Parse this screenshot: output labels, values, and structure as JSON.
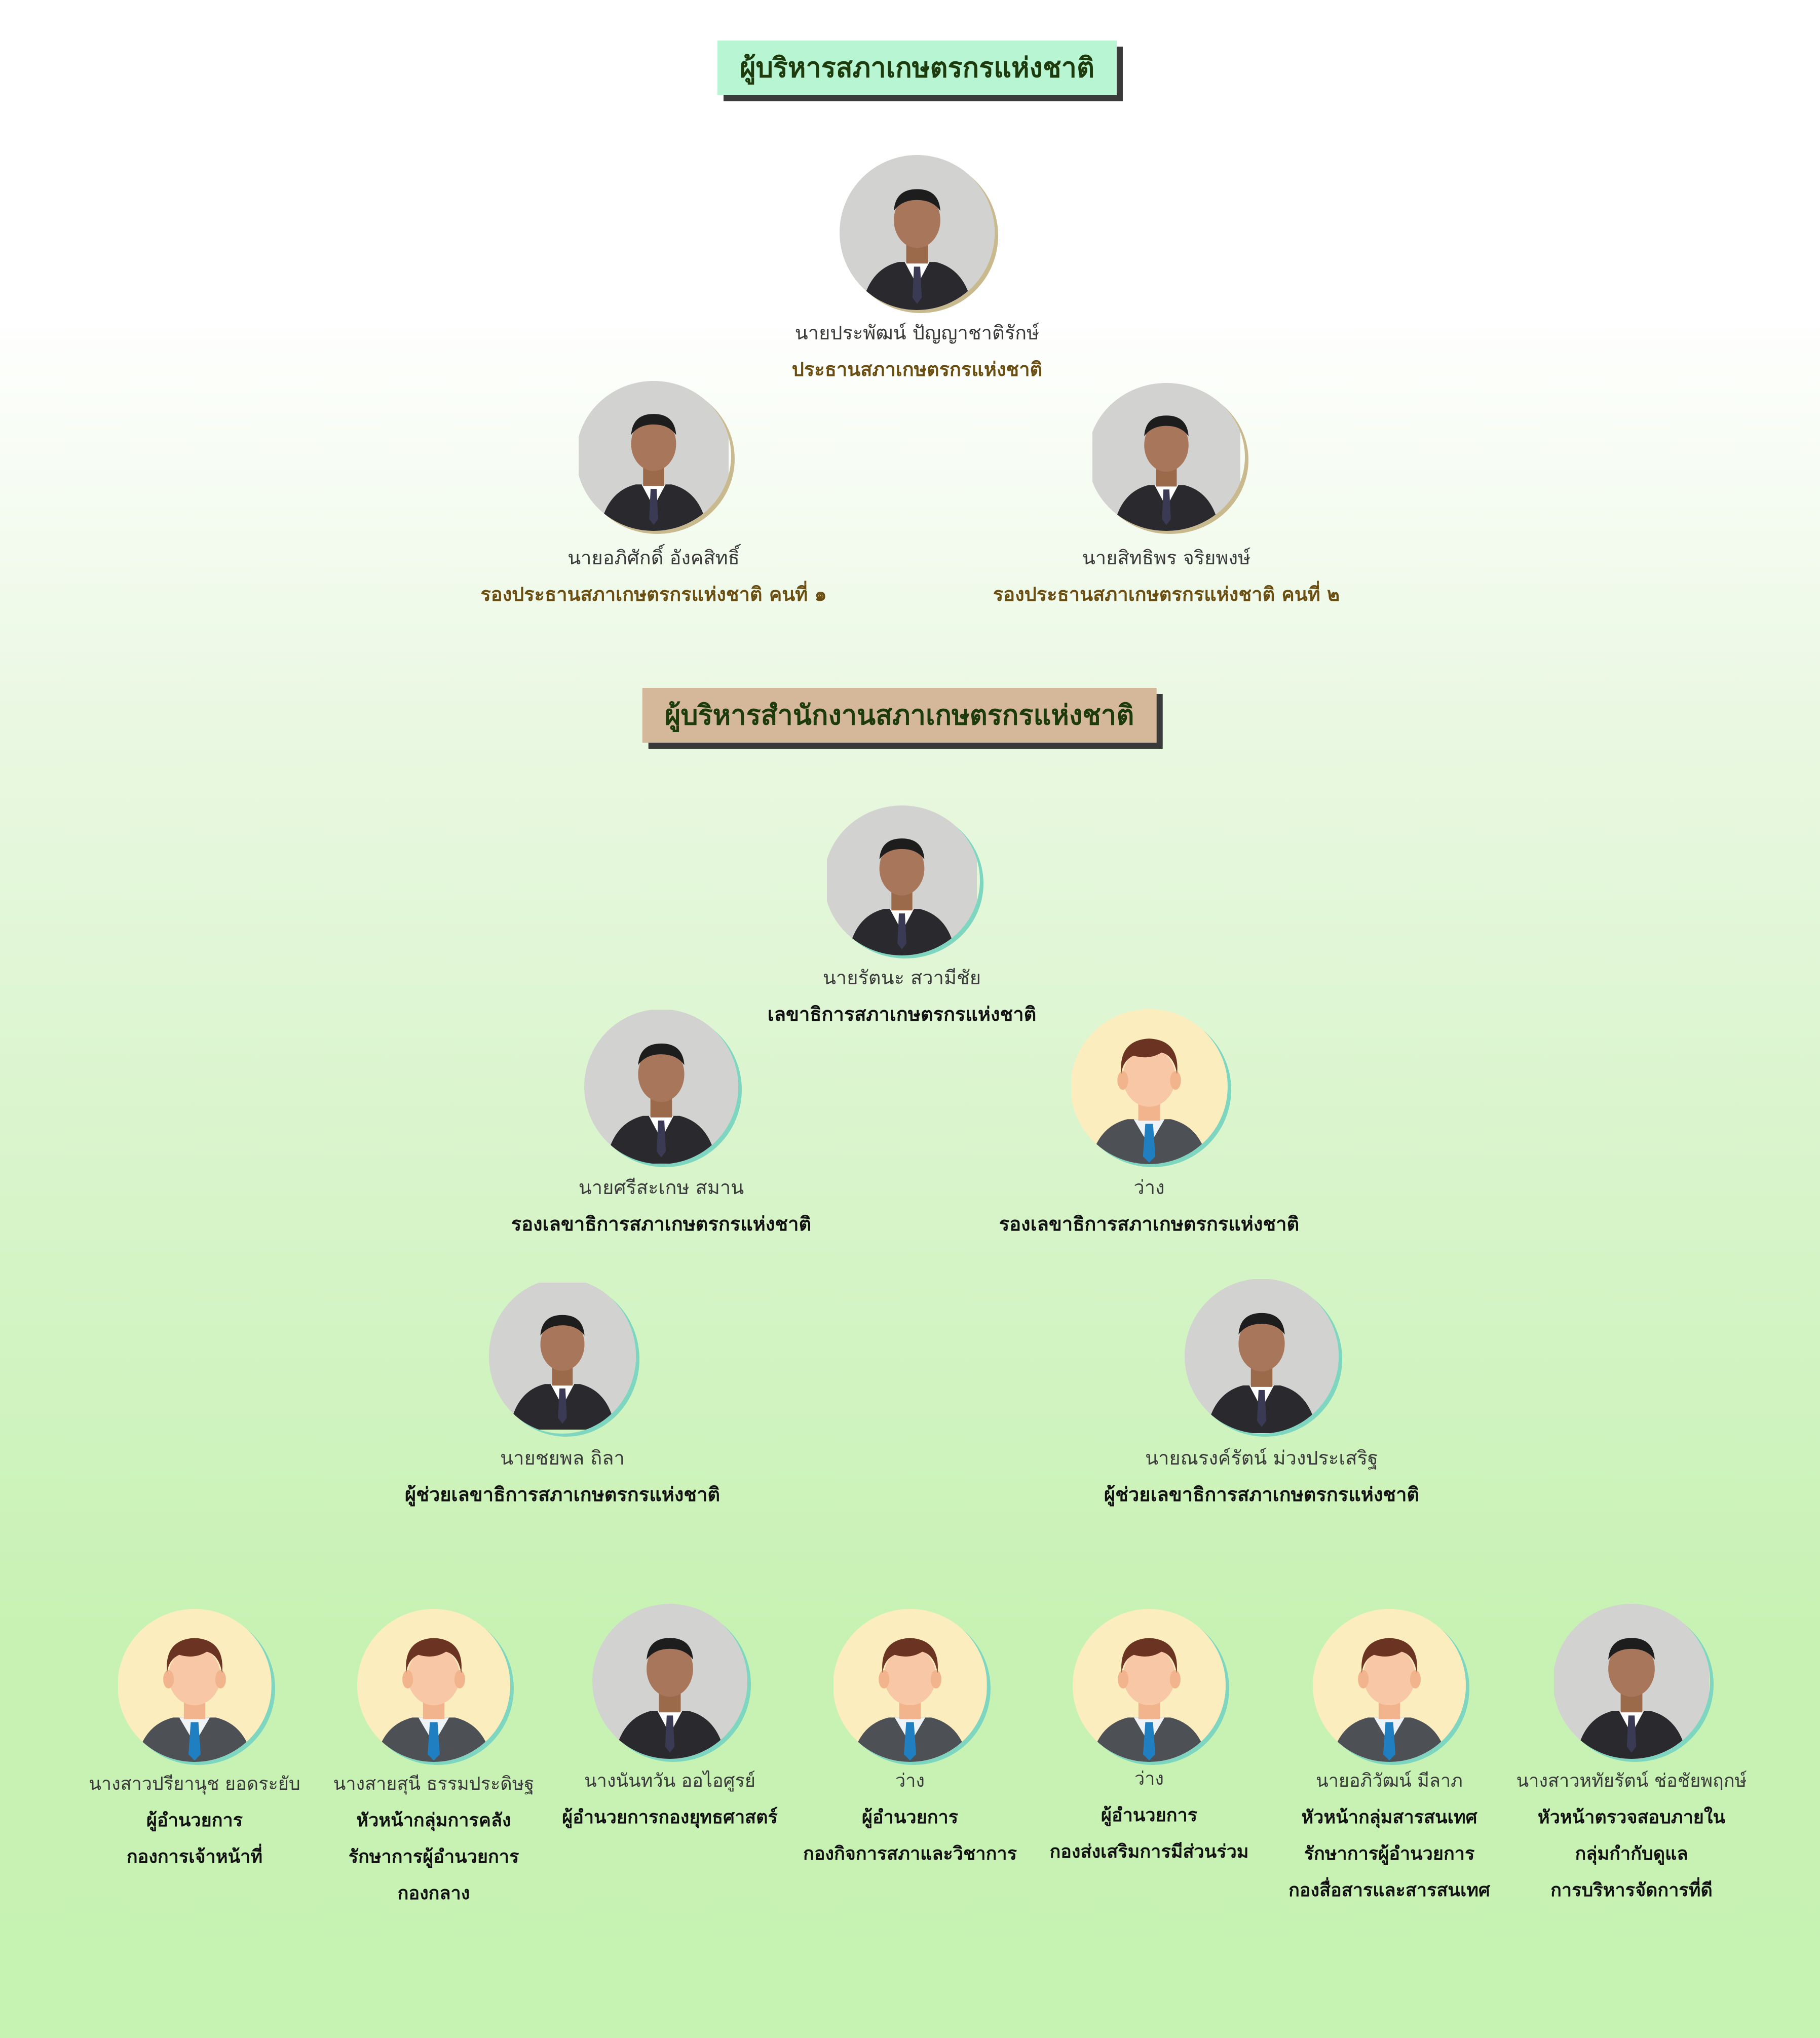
{
  "banners": {
    "board": "ผู้บริหารสภาเกษตรกรแห่งชาติ",
    "office": "ผู้บริหารสำนักงานสภาเกษตรกรแห่งชาติ"
  },
  "board": {
    "president": {
      "name": "นายประพัฒน์ ปัญญาชาติรักษ์",
      "position": "ประธานสภาเกษตรกรแห่งชาติ"
    },
    "vice1": {
      "name": "นายอภิศักดิ์ อังคสิทธิ์",
      "position": "รองประธานสภาเกษตรกรแห่งชาติ คนที่ ๑"
    },
    "vice2": {
      "name": "นายสิทธิพร จริยพงษ์",
      "position": "รองประธานสภาเกษตรกรแห่งชาติ คนที่ ๒"
    }
  },
  "office": {
    "secretary": {
      "name": "นายรัตนะ สวามีชัย",
      "position": "เลขาธิการสภาเกษตรกรแห่งชาติ"
    },
    "deputy1": {
      "name": "นายศรีสะเกษ สมาน",
      "position": "รองเลขาธิการสภาเกษตรกรแห่งชาติ"
    },
    "deputy2": {
      "name": "ว่าง",
      "position": "รองเลขาธิการสภาเกษตรกรแห่งชาติ"
    },
    "assistant1": {
      "name": "นายชยพล ถิลา",
      "position": "ผู้ช่วยเลขาธิการสภาเกษตรกรแห่งชาติ"
    },
    "assistant2": {
      "name": "นายณรงค์รัตน์ ม่วงประเสริฐ",
      "position": "ผู้ช่วยเลขาธิการสภาเกษตรกรแห่งชาติ"
    }
  },
  "directors": [
    {
      "name": "นางสาวปรียานุช ยอดระยับ",
      "lines": [
        "ผู้อำนวยการ",
        "กองการเจ้าหน้าที่"
      ]
    },
    {
      "name": "นางสายสุนี ธรรมประดิษฐ",
      "lines": [
        "หัวหน้ากลุ่มการคลัง",
        "รักษาการผู้อำนวยการ",
        "กองกลาง"
      ]
    },
    {
      "name": "นางนันทวัน ออไอศูรย์",
      "lines": [
        "ผู้อำนวยการกองยุทธศาสตร์"
      ]
    },
    {
      "name": "ว่าง",
      "lines": [
        "ผู้อำนวยการ",
        "กองกิจการสภาและวิชาการ"
      ]
    },
    {
      "name": "ว่าง",
      "lines": [
        "ผู้อำนวยการ",
        "กองส่งเสริมการมีส่วนร่วม"
      ]
    },
    {
      "name": "นายอภิวัฒน์ มีลาภ",
      "lines": [
        "หัวหน้ากลุ่มสารสนเทศ",
        "รักษาการผู้อำนวยการ",
        "กองสื่อสารและสารสนเทศ"
      ]
    },
    {
      "name": "นางสาวหทัยรัตน์ ช่อชัยพฤกษ์",
      "lines": [
        "หัวหน้าตรวจสอบภายใน",
        "กลุ่มกำกับดูแล",
        "การบริหารจัดการที่ดี"
      ]
    }
  ],
  "colors": {
    "board_position": "#6b4f12",
    "office_position": "#111111",
    "board_banner": "#b8f5d2",
    "office_banner": "#d5b89a",
    "placeholder_bg": "#fbedbd"
  }
}
